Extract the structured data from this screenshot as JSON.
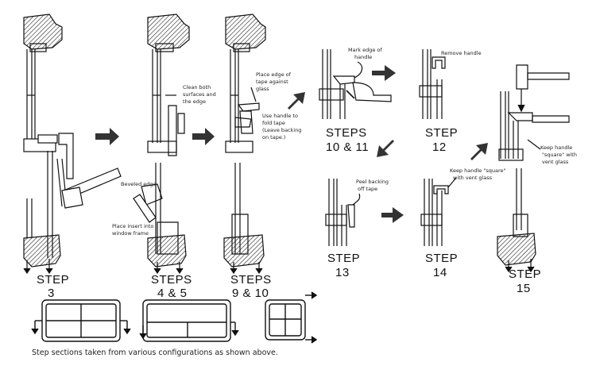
{
  "steps": {
    "s3": [
      "STEP",
      "3"
    ],
    "s45": [
      "STEPS",
      "4 & 5"
    ],
    "s910": [
      "STEPS",
      "9 & 10"
    ],
    "s1011": [
      "STEPS",
      "10 & 11"
    ],
    "s12": [
      "STEP",
      "12"
    ],
    "s13": [
      "STEP",
      "13"
    ],
    "s14": [
      "STEP",
      "14"
    ],
    "s15": [
      "STEP",
      "15"
    ]
  },
  "notes": {
    "clean": [
      "Clean both",
      "surfaces and",
      "the edge"
    ],
    "beveled": "Beveled edge",
    "place_insert": [
      "Place insert into",
      "window frame"
    ],
    "place_tape": [
      "Place edge of",
      "tape against",
      "glass"
    ],
    "use_handle": [
      "Use handle to",
      "fold tape",
      "(Leave backing",
      "on tape.)"
    ],
    "mark_edge": [
      "Mark edge of",
      "handle"
    ],
    "remove_handle": "Remove handle",
    "peel": [
      "Peel backing",
      "off tape"
    ],
    "keep_square14": [
      "Keep handle \"square\"",
      "with vent glass"
    ],
    "keep_square15": [
      "Keep handle",
      "\"square\" with",
      "vent glass"
    ]
  },
  "caption": "Step sections taken from various configurations as shown above."
}
